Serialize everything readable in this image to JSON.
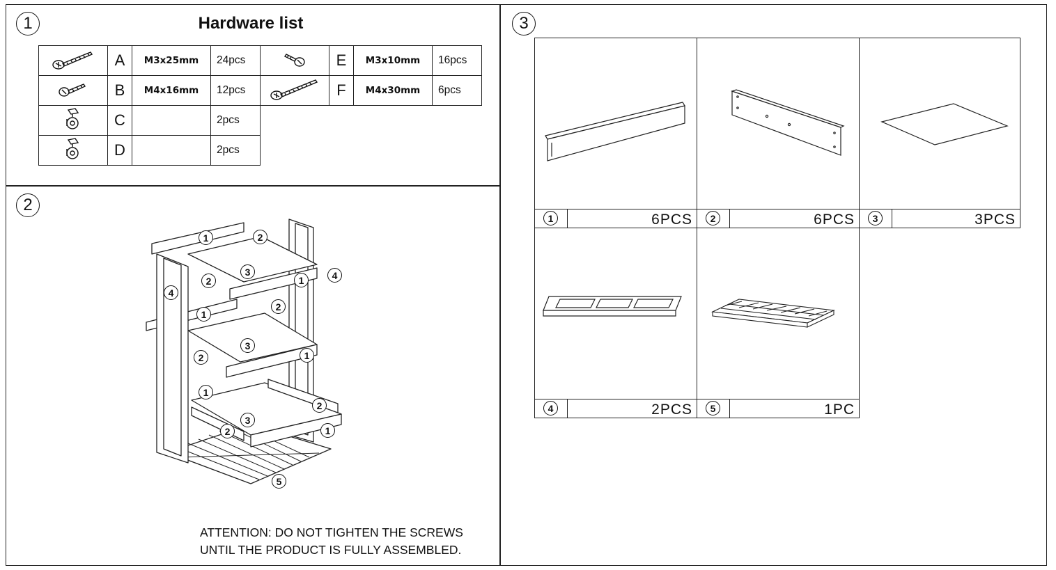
{
  "sections": {
    "hardware": {
      "number": "1",
      "title": "Hardware list"
    },
    "assembly": {
      "number": "2"
    },
    "parts": {
      "number": "3"
    }
  },
  "hardware": [
    {
      "letter": "A",
      "size": "M3x25mm",
      "qty": "24pcs",
      "icon": "long-screw-icon"
    },
    {
      "letter": "B",
      "size": "M4x16mm",
      "qty": "12pcs",
      "icon": "short-screw-icon"
    },
    {
      "letter": "C",
      "size": "",
      "qty": "2pcs",
      "icon": "caster-wheel-icon"
    },
    {
      "letter": "D",
      "size": "",
      "qty": "2pcs",
      "icon": "caster-wheel-icon"
    },
    {
      "letter": "E",
      "size": "M3x10mm",
      "qty": "16pcs",
      "icon": "tiny-screw-icon"
    },
    {
      "letter": "F",
      "size": "M4x30mm",
      "qty": "6pcs",
      "icon": "long-screw-icon"
    }
  ],
  "assembly_callouts": [
    "1",
    "2",
    "3",
    "4",
    "5"
  ],
  "attention": {
    "line1": "ATTENTION: DO NOT TIGHTEN THE SCREWS",
    "line2": "UNTIL THE PRODUCT IS FULLY ASSEMBLED."
  },
  "parts": [
    {
      "number": "1",
      "count": "6PCS",
      "icon": "side-rail-icon"
    },
    {
      "number": "2",
      "count": "6PCS",
      "icon": "drilled-rail-icon"
    },
    {
      "number": "3",
      "count": "3PCS",
      "icon": "shelf-panel-icon"
    },
    {
      "number": "4",
      "count": "2PCS",
      "icon": "side-frame-icon"
    },
    {
      "number": "5",
      "count": "1PC",
      "icon": "slatted-base-icon"
    }
  ]
}
